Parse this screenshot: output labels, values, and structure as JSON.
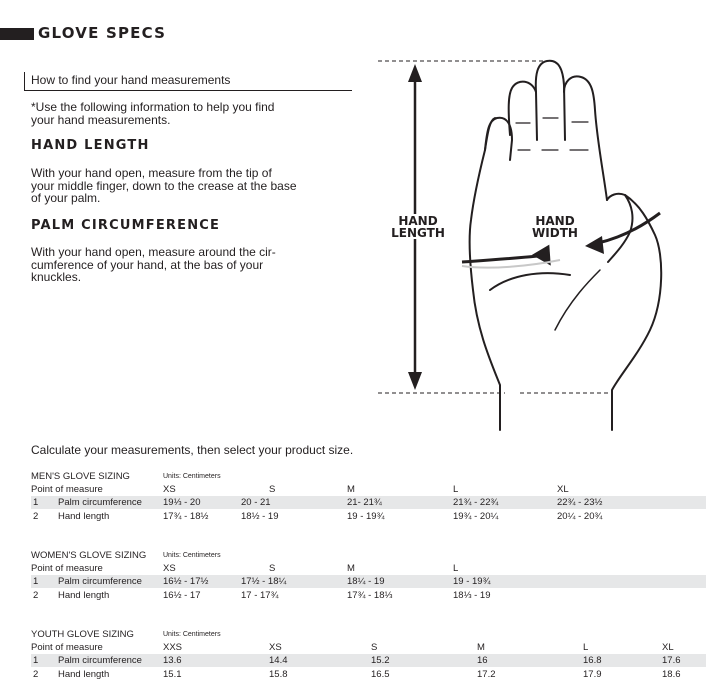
{
  "header": {
    "title": "GLOVE SPECS"
  },
  "intro": {
    "heading": "How to find your hand measurements",
    "note_line1": "*Use the following information to help you find",
    "note_line2": "your hand measurements."
  },
  "hand_length": {
    "title": "HAND LENGTH",
    "line1": "With your hand open, measure from the tip of",
    "line2": "your middle finger, down to the crease at the base",
    "line3": "of your palm."
  },
  "palm_circumference": {
    "title": "PALM CIRCUMFERENCE",
    "line1": "With your hand open, measure around the cir-",
    "line2": "cumference of your hand, at the bas of your",
    "line3": "knuckles."
  },
  "diagram": {
    "length_label_1": "HAND",
    "length_label_2": "LENGTH",
    "width_label_1": "HAND",
    "width_label_2": "WIDTH"
  },
  "calc_text": "Calculate your measurements, then select your product size.",
  "units": "Units: Centimeters",
  "tables": [
    {
      "title": "MEN'S GLOVE SIZING",
      "point_label": "Point of measure",
      "sizes": [
        "XS",
        "S",
        "M",
        "L",
        "XL"
      ],
      "rows": [
        {
          "num": "1",
          "label": "Palm circumference",
          "values": [
            "19⅓ - 20",
            "20 - 21",
            "21- 21¾",
            "21¾ - 22¾",
            "22¾ - 23½"
          ]
        },
        {
          "num": "2",
          "label": "Hand length",
          "values": [
            "17¾ - 18½",
            "18½ - 19",
            "19 - 19¾",
            "19¾ - 20¼",
            "20¼ - 20¾"
          ]
        }
      ]
    },
    {
      "title": "WOMEN'S GLOVE SIZING",
      "point_label": "Point of measure",
      "sizes": [
        "XS",
        "S",
        "M",
        "L"
      ],
      "rows": [
        {
          "num": "1",
          "label": "Palm circumference",
          "values": [
            "16½ - 17½",
            "17½ - 18¼",
            "18¼ - 19",
            "19 - 19¾"
          ]
        },
        {
          "num": "2",
          "label": "Hand length",
          "values": [
            "16½ - 17",
            "17 - 17¾",
            "17¾ - 18⅓",
            "18⅓ - 19"
          ]
        }
      ]
    },
    {
      "title": "YOUTH GLOVE SIZING",
      "point_label": "Point of measure",
      "sizes": [
        "XXS",
        "XS",
        "S",
        "M",
        "L",
        "XL"
      ],
      "rows": [
        {
          "num": "1",
          "label": "Palm circumference",
          "values": [
            "13.6",
            "14.4",
            "15.2",
            "16",
            "16.8",
            "17.6"
          ]
        },
        {
          "num": "2",
          "label": "Hand length",
          "values": [
            "15.1",
            "15.8",
            "16.5",
            "17.2",
            "17.9",
            "18.6"
          ]
        }
      ]
    }
  ]
}
